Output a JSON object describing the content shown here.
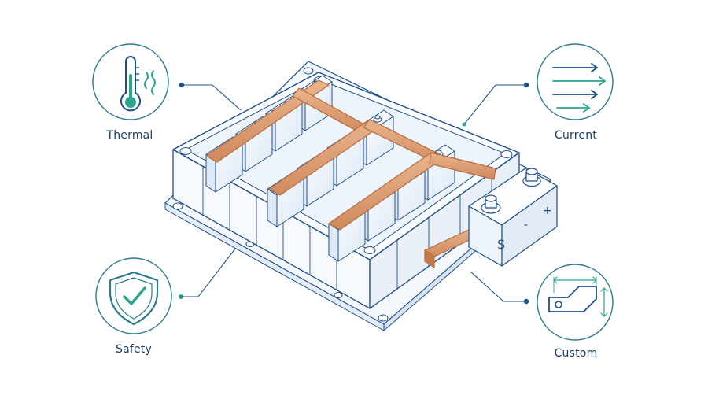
{
  "features": {
    "thermal": {
      "label": "Thermal",
      "icon": "thermometer-icon"
    },
    "current": {
      "label": "Current",
      "icon": "current-flow-arrows-icon"
    },
    "safety": {
      "label": "Safety",
      "icon": "shield-check-icon"
    },
    "custom": {
      "label": "Custom",
      "icon": "custom-bracket-drawing-icon"
    }
  },
  "module": {
    "cell_rows": 3,
    "cells_per_row": 4,
    "polarity_marks": [
      "+",
      "-"
    ]
  },
  "colors": {
    "line": "#1e4f8c",
    "circle": "#2a7c8c",
    "accent": "#2aa58f",
    "copper": "#dd9f73",
    "copper_dark": "#b86d42",
    "cell_fill": "#eef4fb",
    "case_fill": "#f7fafd",
    "label": "#1e3a5f"
  }
}
